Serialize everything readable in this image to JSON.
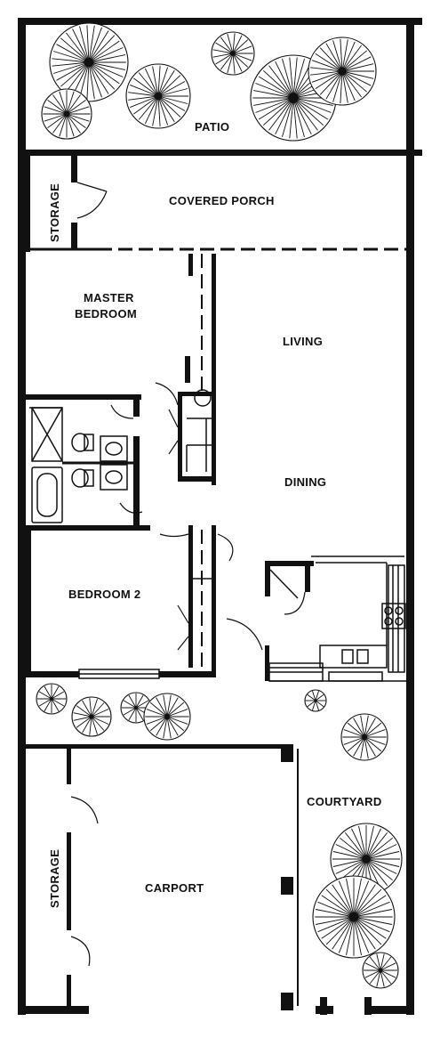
{
  "plan": {
    "rooms": {
      "patio": "PATIO",
      "storage_top": "STORAGE",
      "covered_porch": "COVERED PORCH",
      "master_bedroom_line1": "MASTER",
      "master_bedroom_line2": "BEDROOM",
      "living": "LIVING",
      "dining": "DINING",
      "bedroom2": "BEDROOM 2",
      "courtyard": "COURTYARD",
      "storage_bottom": "STORAGE",
      "carport": "CARPORT"
    },
    "colors": {
      "ink": "#111111",
      "paper": "#ffffff"
    },
    "symbols": [
      "tree-icon",
      "door-swing-icon",
      "bathtub-icon",
      "shower-icon",
      "toilet-icon",
      "sink-icon",
      "range-icon"
    ]
  }
}
